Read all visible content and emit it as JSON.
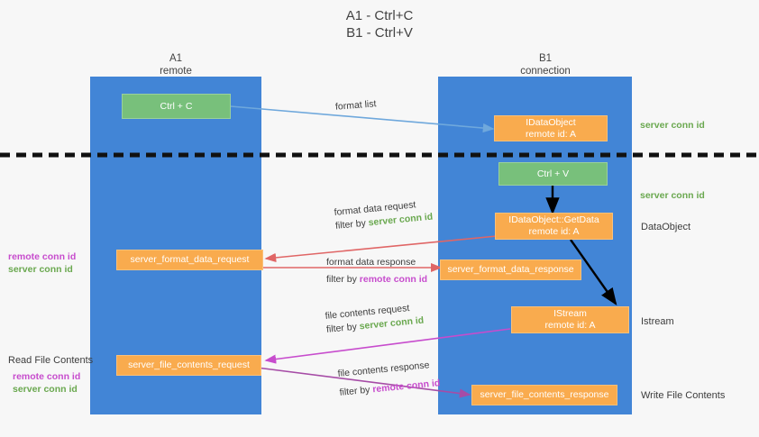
{
  "title": {
    "line1": "A1 - Ctrl+C",
    "line2": "B1 - Ctrl+V"
  },
  "columns": [
    {
      "name": "A1",
      "sub": "remote"
    },
    {
      "name": "B1",
      "sub": "connection"
    }
  ],
  "nodes": {
    "ctrl_c": {
      "l1": "Ctrl + C",
      "l2": ""
    },
    "ctrl_v": {
      "l1": "Ctrl + V",
      "l2": ""
    },
    "idataobject": {
      "l1": "IDataObject",
      "l2": "remote id: A"
    },
    "idataobject_getdata": {
      "l1": "IDataObject::GetData",
      "l2": "remote id: A"
    },
    "istream": {
      "l1": "IStream",
      "l2": "remote id: A"
    },
    "server_format_data_request": {
      "l1": "server_format_data_request",
      "l2": ""
    },
    "server_format_data_response": {
      "l1": "server_format_data_response",
      "l2": ""
    },
    "server_file_contents_request": {
      "l1": "server_file_contents_request",
      "l2": ""
    },
    "server_file_contents_response": {
      "l1": "server_file_contents_response",
      "l2": ""
    }
  },
  "edges": {
    "format_list": {
      "line1": "format list"
    },
    "format_data_request": {
      "line1": "format data request",
      "filter_prefix": "filter by ",
      "filter_value": "server conn id"
    },
    "format_data_response": {
      "line1": "format data response",
      "filter_prefix": "filter by ",
      "filter_value": "remote conn id"
    },
    "file_contents_request": {
      "line1": "file contents request",
      "filter_prefix": "filter by ",
      "filter_value": "server conn id"
    },
    "file_contents_response": {
      "line1": "file contents response",
      "filter_prefix": "filter by ",
      "filter_value": "remote conn id"
    }
  },
  "right_notes": {
    "server_conn_id_1": "server conn id",
    "server_conn_id_2": "server conn id",
    "dataobject": "DataObject",
    "istream": "Istream",
    "write_file_contents": "Write File Contents"
  },
  "left_notes": {
    "remote_conn_id_1": "remote conn id",
    "server_conn_id_1": "server conn id",
    "read_file_contents": "Read File Contents",
    "remote_conn_id_2": "remote conn id",
    "server_conn_id_2": "server conn id"
  },
  "colors": {
    "lane": "#4285d6",
    "node_orange": "#f9ab4e",
    "node_green": "#78c07b",
    "green_text": "#6aa84f",
    "magenta_text": "#c74ccd",
    "arrow_blue": "#6fa8dc",
    "arrow_red": "#e06666",
    "arrow_magenta": "#c74ccd",
    "arrow_purple": "#9b59b6",
    "arrow_black": "#000000",
    "divider": "#111111",
    "background": "#f7f7f7"
  }
}
